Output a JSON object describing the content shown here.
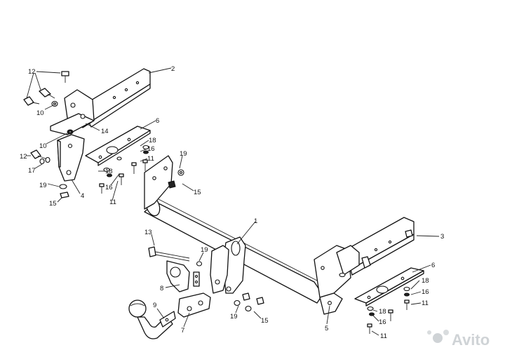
{
  "diagram": {
    "callouts": [
      {
        "id": "c-12a",
        "text": "12"
      },
      {
        "id": "c-2",
        "text": "2"
      },
      {
        "id": "c-10a",
        "text": "10"
      },
      {
        "id": "c-14",
        "text": "14"
      },
      {
        "id": "c-10b",
        "text": "10"
      },
      {
        "id": "c-12b",
        "text": "12"
      },
      {
        "id": "c-17",
        "text": "17"
      },
      {
        "id": "c-19a",
        "text": "19"
      },
      {
        "id": "c-4",
        "text": "4"
      },
      {
        "id": "c-15a",
        "text": "15"
      },
      {
        "id": "c-6a",
        "text": "6"
      },
      {
        "id": "c-18a",
        "text": "18"
      },
      {
        "id": "c-16a",
        "text": "16"
      },
      {
        "id": "c-11a",
        "text": "11"
      },
      {
        "id": "c-18b",
        "text": "18"
      },
      {
        "id": "c-16b",
        "text": "16"
      },
      {
        "id": "c-11b",
        "text": "11"
      },
      {
        "id": "c-19b",
        "text": "19"
      },
      {
        "id": "c-15b",
        "text": "15"
      },
      {
        "id": "c-1",
        "text": "1"
      },
      {
        "id": "c-3",
        "text": "3"
      },
      {
        "id": "c-13",
        "text": "13"
      },
      {
        "id": "c-19c",
        "text": "19"
      },
      {
        "id": "c-8",
        "text": "8"
      },
      {
        "id": "c-9",
        "text": "9"
      },
      {
        "id": "c-7",
        "text": "7"
      },
      {
        "id": "c-19d",
        "text": "19"
      },
      {
        "id": "c-15c",
        "text": "15"
      },
      {
        "id": "c-5",
        "text": "5"
      },
      {
        "id": "c-6b",
        "text": "6"
      },
      {
        "id": "c-18c",
        "text": "18"
      },
      {
        "id": "c-16c",
        "text": "16"
      },
      {
        "id": "c-11c",
        "text": "11"
      },
      {
        "id": "c-18d",
        "text": "18"
      },
      {
        "id": "c-16d",
        "text": "16"
      },
      {
        "id": "c-11d",
        "text": "11"
      }
    ]
  },
  "watermark": {
    "text": "Avito"
  },
  "colors": {
    "line": "#111111",
    "background": "#ffffff",
    "watermark": "#cfd3d6"
  }
}
